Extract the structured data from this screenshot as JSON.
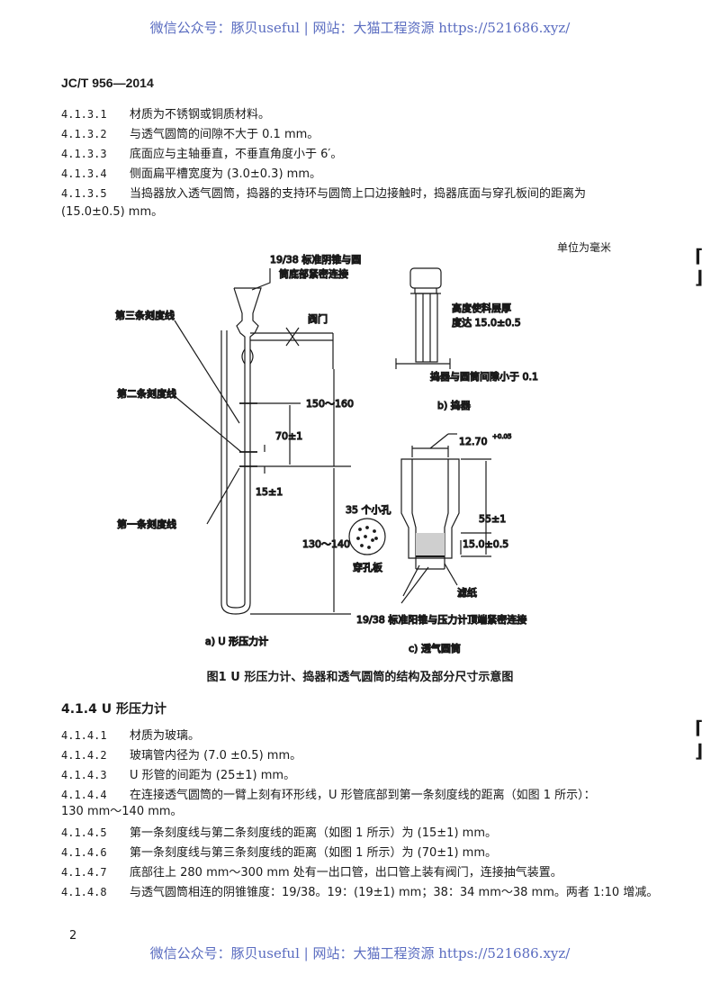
{
  "watermark_top": "微信公众号：豚贝useful | 网站：大猫工程资源 https://521686.xyz/",
  "watermark_bottom": "微信公众号：豚贝useful | 网站：大猫工程资源 https://521686.xyz/",
  "standard_code": "JC/T 956—2014",
  "clauses_top": [
    {
      "num": "4.1.3.1",
      "text": "材质为不锈钢或铜质材料。"
    },
    {
      "num": "4.1.3.2",
      "text": "与透气圆筒的间隙不大于 0.1 mm。"
    },
    {
      "num": "4.1.3.3",
      "text": "底面应与主轴垂直，不垂直角度小于 6′。"
    },
    {
      "num": "4.1.3.4",
      "text": "侧面扁平槽宽度为 (3.0±0.3) mm。"
    },
    {
      "num": "4.1.3.5",
      "text": "当捣器放入透气圆筒，捣器的支持环与圆筒上口边接触时，捣器底面与穿孔板间的距离为"
    }
  ],
  "clause_4135_cont": "(15.0±0.5) mm。",
  "unit_note": "单位为毫米",
  "figure": {
    "label_cone_top": "19/38 标准阴锥与圆",
    "label_cone_bottom": "筒底部紧密连接",
    "label_valve": "阀门",
    "label_line3": "第三条刻度线",
    "label_line2": "第二条刻度线",
    "label_line1": "第一条刻度线",
    "dim_150_160": "150～160",
    "dim_70": "70±1",
    "dim_15": "15±1",
    "dim_130_140": "130～140",
    "label_35_holes": "35 个小孔",
    "label_plate": "穿孔板",
    "label_filter": "滤纸",
    "label_cone_male": "19/38 标准阳锥与压力计顶端紧密连接",
    "label_tamp_a": "高度使料层厚",
    "label_tamp_b": "度达 15.0±0.5",
    "label_tamp_gap": "捣器与圆筒间隙小于 0.1",
    "dim_12_70": "12.70",
    "dim_12_70_sup": "+0.05",
    "dim_55": "55±1",
    "dim_15_0": "15.0±0.5",
    "caption_a": "a) U 形压力计",
    "caption_b": "b) 捣器",
    "caption_c": "c) 透气圆筒"
  },
  "figure_title": "图1  U 形压力计、捣器和透气圆筒的结构及部分尺寸示意图",
  "section_head": "4.1.4  U 形压力计",
  "clauses_bottom": [
    {
      "num": "4.1.4.1",
      "text": "材质为玻璃。"
    },
    {
      "num": "4.1.4.2",
      "text": "玻璃管内径为 (7.0 ±0.5) mm。"
    },
    {
      "num": "4.1.4.3",
      "text": "U 形管的间距为 (25±1) mm。"
    },
    {
      "num": "4.1.4.4",
      "text": "在连接透气圆筒的一臂上刻有环形线，U 形管底部到第一条刻度线的距离（如图 1 所示）："
    }
  ],
  "clause_4144_cont": "130 mm～140 mm。",
  "clauses_bottom2": [
    {
      "num": "4.1.4.5",
      "text": "第一条刻度线与第二条刻度线的距离（如图 1 所示）为 (15±1) mm。"
    },
    {
      "num": "4.1.4.6",
      "text": "第一条刻度线与第三条刻度线的距离（如图 1 所示）为 (70±1) mm。"
    },
    {
      "num": "4.1.4.7",
      "text": "底部往上 280 mm～300 mm 处有一出口管，出口管上装有阀门，连接抽气装置。"
    },
    {
      "num": "4.1.4.8",
      "text": "与透气圆筒相连的阴锥锥度：19/38。19：(19±1) mm；38：34 mm～38 mm。两者 1:10 增减。"
    }
  ],
  "page_number": "2"
}
